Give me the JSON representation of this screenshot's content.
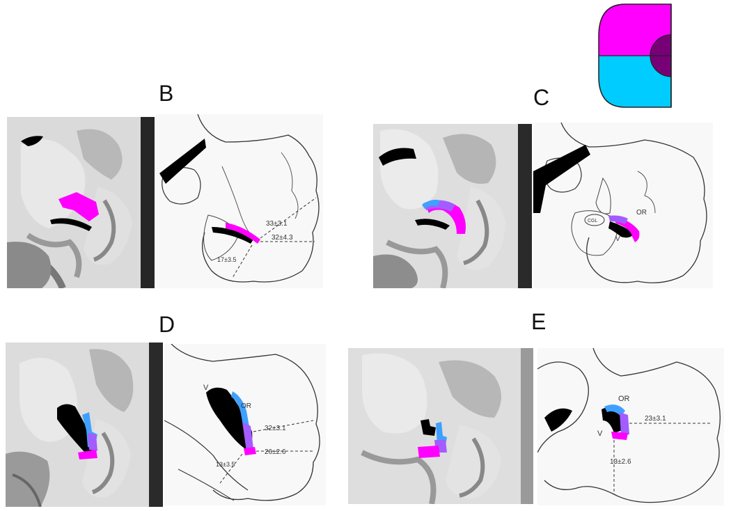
{
  "colors": {
    "upper_quadrant": "#ff00ff",
    "lower_quadrant": "#00ccff",
    "macula": "#770077",
    "overlap": "#a35cff",
    "ventricle": "#000000"
  },
  "panels": [
    {
      "id": "B",
      "letter": "B",
      "labels": [
        "33±3.1",
        "32±4.3",
        "17±3.5"
      ]
    },
    {
      "id": "C",
      "letter": "C",
      "labels": [
        "OR",
        "V",
        "CGL"
      ]
    },
    {
      "id": "D",
      "letter": "D",
      "labels": [
        "V",
        "OR",
        "32±3.1",
        "26±2.6",
        "13±3.5"
      ]
    },
    {
      "id": "E",
      "letter": "E",
      "labels": [
        "OR",
        "V",
        "23±3.1",
        "13±2.6"
      ]
    }
  ]
}
